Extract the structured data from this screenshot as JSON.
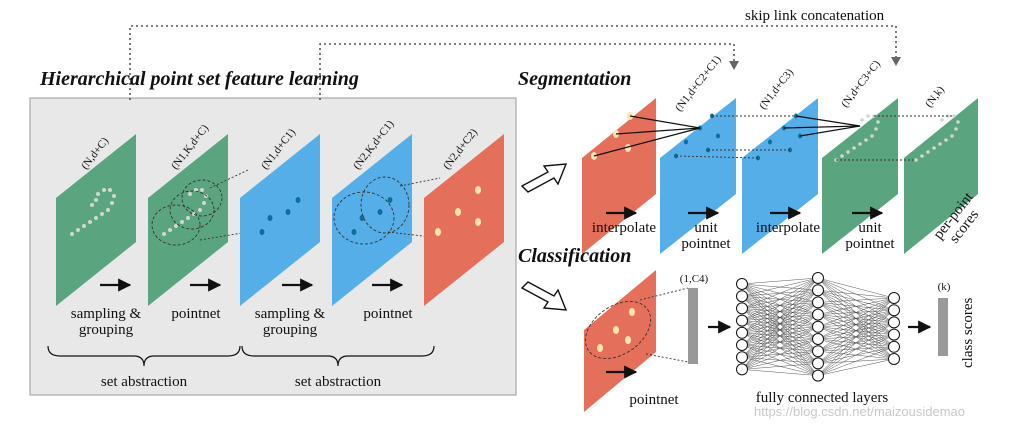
{
  "titles": {
    "hierarchical": "Hierarchical point set feature learning",
    "segmentation": "Segmentation",
    "classification": "Classification",
    "skip_link": "skip link concatenation"
  },
  "hier_planes": [
    "(N,d+C)",
    "(N1,K,d+C)",
    "(N1,d+C1)",
    "(N2,K,d+C1)",
    "(N2,d+C2)"
  ],
  "hier_ops": [
    {
      "line1": "sampling &",
      "line2": "grouping"
    },
    {
      "line1": "pointnet",
      "line2": ""
    },
    {
      "line1": "sampling &",
      "line2": "grouping"
    },
    {
      "line1": "pointnet",
      "line2": ""
    }
  ],
  "set_abstraction": [
    "set abstraction",
    "set abstraction"
  ],
  "seg_planes": [
    "(N1,d+C2+C1)",
    "(N1,d+C3)",
    "(N,d+C3+C)",
    "(N,k)"
  ],
  "seg_ops": [
    {
      "line1": "interpolate",
      "line2": ""
    },
    {
      "line1": "unit",
      "line2": "pointnet"
    },
    {
      "line1": "interpolate",
      "line2": ""
    },
    {
      "line1": "unit",
      "line2": "pointnet"
    }
  ],
  "seg_scores": {
    "line1": "per-point",
    "line2": "scores"
  },
  "cls": {
    "vector_label": "(1,C4)",
    "pointnet": "pointnet",
    "fc": "fully connected layers",
    "k": "(k)",
    "scores": "class scores"
  },
  "watermark": "https://blog.csdn.net/maizousidemao",
  "colors": {
    "green": "#5aa57f",
    "blue": "#56aee8",
    "red": "#e4705c",
    "panel": "#e8e8e8",
    "cream": "#fbe3b4",
    "dark_blue_point": "#0b6f9c"
  }
}
